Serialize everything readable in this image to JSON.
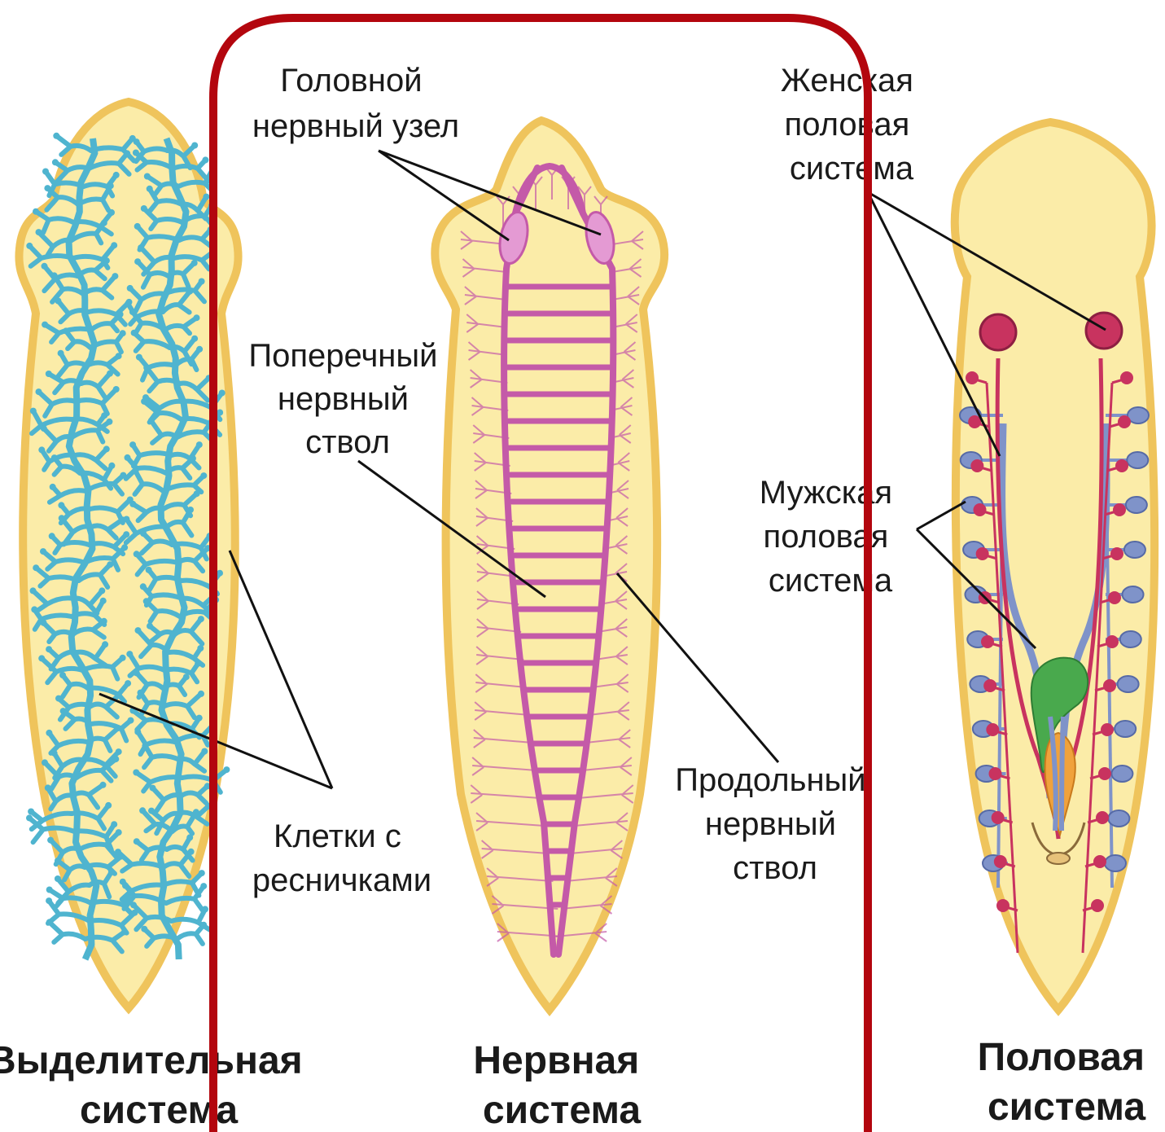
{
  "colors": {
    "body_fill": "#fbeca8",
    "body_edge": "#efc45c",
    "excretory": "#4fb4cf",
    "nerve": "#c45aa8",
    "nerve_node": "#e49ad3",
    "female": "#c8335f",
    "male": "#7f93c9",
    "organ_green": "#49a94d",
    "frame": "#b3060e",
    "leader": "#111111"
  },
  "labels": {
    "head_ganglion": [
      "Головной",
      "нервный узел"
    ],
    "transverse_trunk": [
      "Поперечный",
      "нервный",
      "ствол"
    ],
    "ciliated_cells": [
      "Клетки с",
      "ресничками"
    ],
    "longitudinal_trunk": [
      "Продольный",
      "нервный",
      "ствол"
    ],
    "female_system": [
      "Женская",
      "половая",
      "система"
    ],
    "male_system": [
      "Мужская",
      "половая",
      "система"
    ]
  },
  "captions": {
    "excretory": [
      "Выделительная",
      "система"
    ],
    "nervous": [
      "Нервная",
      "система"
    ],
    "reproductive": [
      "Половая",
      "система"
    ]
  }
}
